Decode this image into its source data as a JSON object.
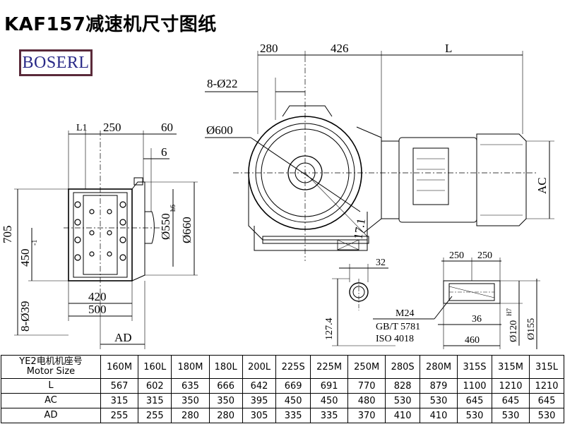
{
  "title": "KAF157减速机尺寸图纸",
  "brand": "BOSERL",
  "dims": {
    "d280": "280",
    "d426": "426",
    "dL": "L",
    "bolts": "8-Ø22",
    "dia600": "Ø600",
    "L1": "L1",
    "d250": "250",
    "d60": "60",
    "d6": "6",
    "d705": "705",
    "d450": "450",
    "d450tol": "-1",
    "d550": "Ø550",
    "d550tol": "h6",
    "d660": "Ø660",
    "d420": "420",
    "d500": "500",
    "holes": "8-Ø39",
    "AD": "AD",
    "AC": "AC",
    "d17": "17.1",
    "d32": "32",
    "d127": "127.4",
    "thread": "M24",
    "std1": "GB/T 5781",
    "std2": "ISO 4018",
    "s250a": "250",
    "s250b": "250",
    "d36": "36",
    "d460": "460",
    "d120": "Ø120",
    "d120tol": "H7",
    "d155": "Ø155"
  },
  "table": {
    "header": {
      "line1": "YE2电机机座号",
      "line2": "Motor Size"
    },
    "sizes": [
      "160M",
      "160L",
      "180M",
      "180L",
      "200L",
      "225S",
      "225M",
      "250M",
      "280S",
      "280M",
      "315S",
      "315M",
      "315L"
    ],
    "rows": [
      {
        "label": "L",
        "values": [
          "567",
          "602",
          "635",
          "666",
          "642",
          "669",
          "691",
          "770",
          "828",
          "879",
          "1100",
          "1210",
          "1210"
        ]
      },
      {
        "label": "AC",
        "values": [
          "315",
          "315",
          "350",
          "350",
          "395",
          "450",
          "450",
          "480",
          "530",
          "530",
          "645",
          "645",
          "645"
        ]
      },
      {
        "label": "AD",
        "values": [
          "255",
          "255",
          "280",
          "280",
          "305",
          "335",
          "335",
          "370",
          "410",
          "410",
          "530",
          "530",
          "530"
        ]
      }
    ]
  }
}
